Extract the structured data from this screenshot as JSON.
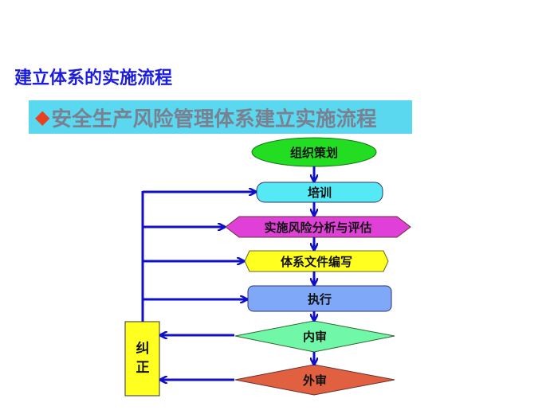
{
  "title": "建立体系的实施流程",
  "banner": {
    "marker": "◆",
    "text": "安全生产风险管理体系建立实施流程"
  },
  "flow": {
    "steps": [
      "组织策划",
      "培训",
      "实施风险分析与评估",
      "体系文件编写",
      "执行",
      "内审",
      "外审"
    ],
    "correction": "纠正"
  },
  "colors": {
    "title": "#1c1ce0",
    "arrow": "#1010c8",
    "planning": "#22dd22",
    "training": "#55e8f5",
    "analysis": "#e040d8",
    "documents": "#ffff20",
    "execute": "#80a8f8",
    "internal": "#70f8a8",
    "external": "#e06040",
    "correction": "#ffff20"
  }
}
